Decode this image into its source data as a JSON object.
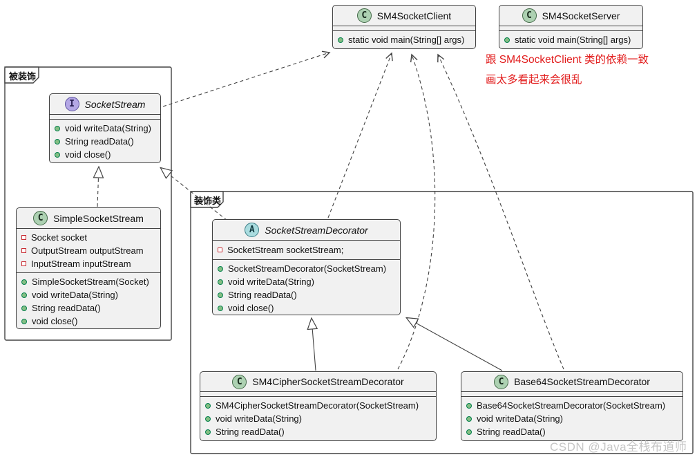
{
  "packages": {
    "decorated": {
      "label": "被装饰"
    },
    "decorators": {
      "label": "装饰类"
    }
  },
  "classes": {
    "sm4_socket_client": {
      "stereotype": "C",
      "name": "SM4SocketClient",
      "methods": [
        "static void main(String[] args)"
      ]
    },
    "sm4_socket_server": {
      "stereotype": "C",
      "name": "SM4SocketServer",
      "methods": [
        "static void main(String[] args)"
      ]
    },
    "socket_stream": {
      "stereotype": "I",
      "name": "SocketStream",
      "methods": [
        "void writeData(String)",
        "String readData()",
        "void close()"
      ]
    },
    "simple_socket_stream": {
      "stereotype": "C",
      "name": "SimpleSocketStream",
      "fields": [
        "Socket socket",
        "OutputStream outputStream",
        "InputStream inputStream"
      ],
      "methods": [
        "SimpleSocketStream(Socket)",
        "void writeData(String)",
        "String readData()",
        "void close()"
      ]
    },
    "socket_stream_decorator": {
      "stereotype": "A",
      "name": "SocketStreamDecorator",
      "fields": [
        "SocketStream socketStream;"
      ],
      "methods": [
        "SocketStreamDecorator(SocketStream)",
        "void writeData(String)",
        "String readData()",
        "void close()"
      ]
    },
    "sm4_cipher_decorator": {
      "stereotype": "C",
      "name": "SM4CipherSocketStreamDecorator",
      "methods": [
        "SM4CipherSocketStreamDecorator(SocketStream)",
        "void writeData(String)",
        "String readData()"
      ]
    },
    "base64_decorator": {
      "stereotype": "C",
      "name": "Base64SocketStreamDecorator",
      "methods": [
        "Base64SocketStreamDecorator(SocketStream)",
        "void writeData(String)",
        "String readData()"
      ]
    }
  },
  "note": {
    "line1": "跟 SM4SocketClient 类的依赖一致",
    "line2": "画太多看起来会很乱",
    "color": "#e21b1b"
  },
  "watermark": "CSDN @Java全栈布道师",
  "relations": [
    {
      "from": "SocketStream",
      "to": "SM4SocketClient",
      "type": "dependency"
    },
    {
      "from": "SocketStreamDecorator",
      "to": "SM4SocketClient",
      "type": "dependency"
    },
    {
      "from": "SM4CipherSocketStreamDecorator",
      "to": "SM4SocketClient",
      "type": "dependency"
    },
    {
      "from": "Base64SocketStreamDecorator",
      "to": "SM4SocketClient",
      "type": "dependency"
    },
    {
      "from": "SimpleSocketStream",
      "to": "SocketStream",
      "type": "realization"
    },
    {
      "from": "SocketStreamDecorator",
      "to": "SocketStream",
      "type": "realization"
    },
    {
      "from": "SM4CipherSocketStreamDecorator",
      "to": "SocketStreamDecorator",
      "type": "generalization"
    },
    {
      "from": "Base64SocketStreamDecorator",
      "to": "SocketStreamDecorator",
      "type": "generalization"
    }
  ],
  "colors": {
    "class_badge": "#ADD1B2",
    "interface_badge": "#B4A7E5",
    "abstract_badge": "#A9DCDF",
    "box_fill": "#f1f1f1",
    "line": "#424242",
    "note_red": "#e21b1b",
    "watermark_gray": "#c6c6c6"
  }
}
